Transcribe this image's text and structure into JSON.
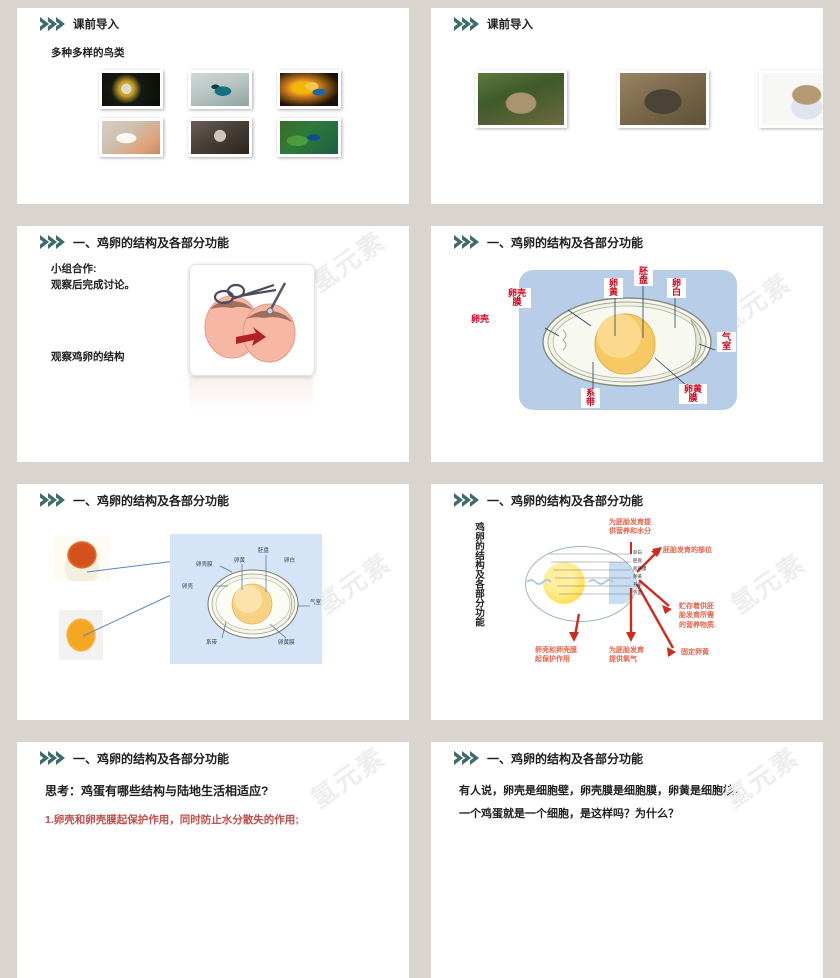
{
  "theme": {
    "page_background": "#d9d5ce",
    "slide_background": "#ffffff",
    "accent_chevron": "#3f6b6b",
    "label_red": "#d0021b",
    "note_red": "#e8624a",
    "arrow_red": "#d02a1e",
    "diagram_blue": "#b7cde8"
  },
  "watermark": "氢元素",
  "slides": [
    {
      "id": "slide-1",
      "header": "课前导入",
      "subtitle": "多种多样的鸟类",
      "photos": [
        "bald-eagle-photo",
        "kingfisher-photo",
        "macaw-photo",
        "dove-photo",
        "owl-photo",
        "peacock-photo"
      ]
    },
    {
      "id": "slide-2",
      "header": "课前导入",
      "photos": [
        "nest-on-moss-photo",
        "nest-with-white-eggs-photo",
        "nest-in-teacup-photo"
      ]
    },
    {
      "id": "slide-3",
      "header": "一、鸡卵的结构及各部分功能",
      "line1": "小组合作:",
      "line2": "观察后完成讨论。",
      "line3": "观察鸡卵的结构",
      "illustration": "egg-cracking-with-scissors-illustration"
    },
    {
      "id": "slide-4",
      "header": "一、鸡卵的结构及各部分功能",
      "diagram_labels": [
        {
          "name": "卵壳",
          "key": "eggshell"
        },
        {
          "name": "卵壳\n膜",
          "key": "shell-membrane"
        },
        {
          "name": "卵\n黄",
          "key": "yolk"
        },
        {
          "name": "胚\n盘",
          "key": "germinal-disc"
        },
        {
          "name": "卵\n白",
          "key": "albumen"
        },
        {
          "name": "气\n室",
          "key": "air-cell"
        },
        {
          "name": "系\n带",
          "key": "chalaza"
        },
        {
          "name": "卵黄\n膜",
          "key": "yolk-membrane"
        }
      ]
    },
    {
      "id": "slide-5",
      "header": "一、鸡卵的结构及各部分功能",
      "photos": [
        "broken-egg-yolk-photo",
        "isolated-yolk-photo"
      ],
      "diagram_labels": [
        {
          "name": "胚盘",
          "key": "germinal-disc"
        },
        {
          "name": "卵黄",
          "key": "yolk"
        },
        {
          "name": "卵白",
          "key": "albumen"
        },
        {
          "name": "卵壳膜",
          "key": "shell-membrane"
        },
        {
          "name": "卵壳",
          "key": "eggshell"
        },
        {
          "name": "气室",
          "key": "air-cell"
        },
        {
          "name": "系带",
          "key": "chalaza"
        },
        {
          "name": "卵黄膜",
          "key": "yolk-membrane"
        }
      ]
    },
    {
      "id": "slide-6",
      "header": "一、鸡卵的结构及各部分功能",
      "vertical_title": "鸡卵的结构及各部分功能",
      "notes": [
        {
          "key": "nutrition-water",
          "text": "为胚胎发育提\n供营养和水分"
        },
        {
          "key": "embryo-site",
          "text": "胚胎发育的部位"
        },
        {
          "key": "stored-nutrients",
          "text": "贮存着供胚\n胎发育所需\n的营养物质."
        },
        {
          "key": "fix-yolk",
          "text": "固定卵黄"
        },
        {
          "key": "supply-oxygen",
          "text": "为胚胎发育\n提供氧气"
        },
        {
          "key": "shell-protection",
          "text": "卵壳和卵壳膜\n起保护作用"
        }
      ],
      "micro_labels": [
        "卵白",
        "胚盘",
        "卵黄膜",
        "卵黄",
        "系带",
        "气室"
      ]
    },
    {
      "id": "slide-7",
      "header": "一、鸡卵的结构及各部分功能",
      "question": "思考：鸡蛋有哪些结构与陆地生活相适应?",
      "answer_line": "1.卵壳和卵壳膜起保护作用，同时防止水分散失的作用;"
    },
    {
      "id": "slide-8",
      "header": "一、鸡卵的结构及各部分功能",
      "statement_line1": "有人说，卵壳是细胞壁，卵壳膜是细胞膜，卵黄是细胞核，",
      "statement_line2": "一个鸡蛋就是一个细胞，是这样吗？为什么？"
    }
  ]
}
